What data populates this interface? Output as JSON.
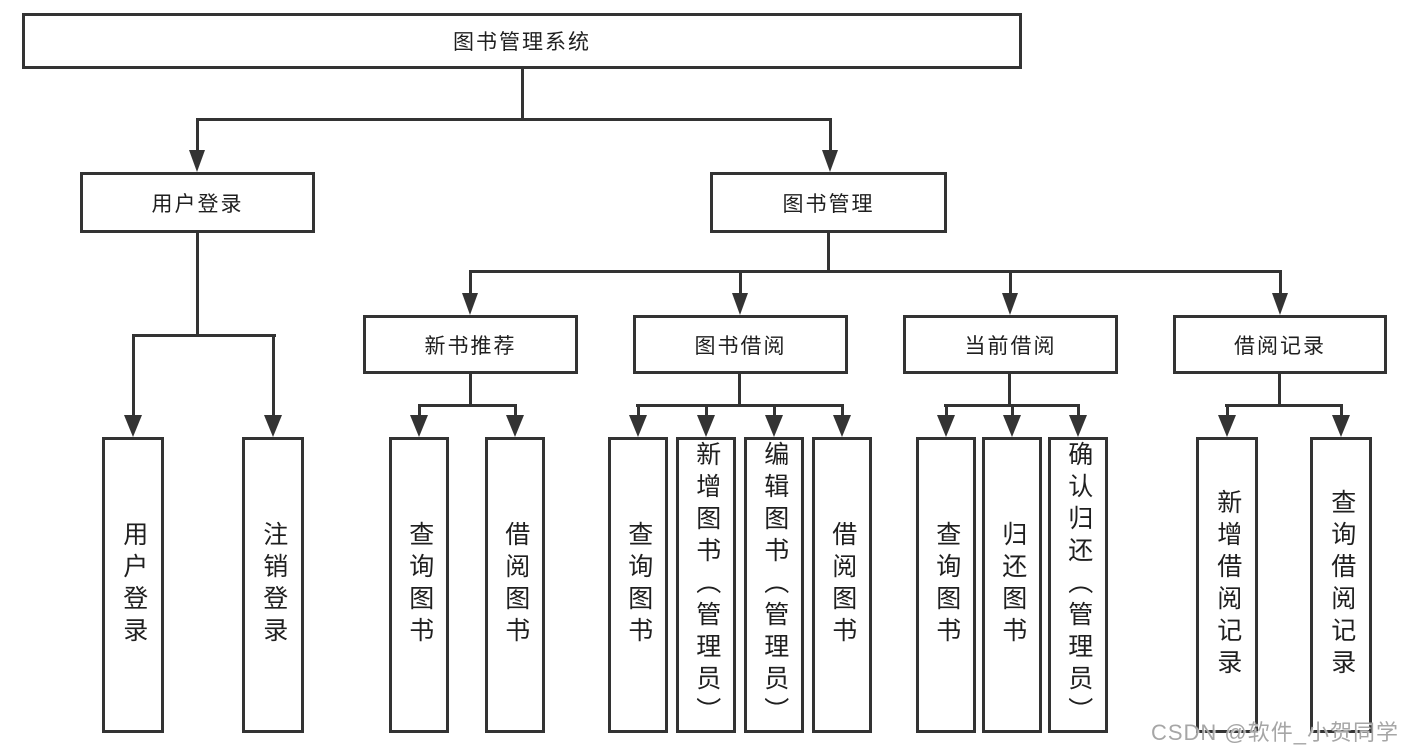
{
  "diagram": {
    "root": {
      "label": "图书管理系统"
    },
    "branches": [
      {
        "label": "用户登录",
        "children": [
          {
            "label": "用户登录"
          },
          {
            "label": "注销登录"
          }
        ]
      },
      {
        "label": "图书管理",
        "groups": [
          {
            "label": "新书推荐",
            "children": [
              {
                "label": "查询图书"
              },
              {
                "label": "借阅图书"
              }
            ]
          },
          {
            "label": "图书借阅",
            "children": [
              {
                "label": "查询图书"
              },
              {
                "label": "新增图书（管理员）"
              },
              {
                "label": "编辑图书（管理员）"
              },
              {
                "label": "借阅图书"
              }
            ]
          },
          {
            "label": "当前借阅",
            "children": [
              {
                "label": "查询图书"
              },
              {
                "label": "归还图书"
              },
              {
                "label": "确认归还（管理员）"
              }
            ]
          },
          {
            "label": "借阅记录",
            "children": [
              {
                "label": "新增借阅记录"
              },
              {
                "label": "查询借阅记录"
              }
            ]
          }
        ]
      }
    ]
  },
  "watermark": {
    "text": "CSDN @软件_小贺同学"
  },
  "colors": {
    "line": "#333333",
    "text": "#1f1f1f",
    "bg": "#ffffff",
    "watermark": "#a6a6a6"
  }
}
